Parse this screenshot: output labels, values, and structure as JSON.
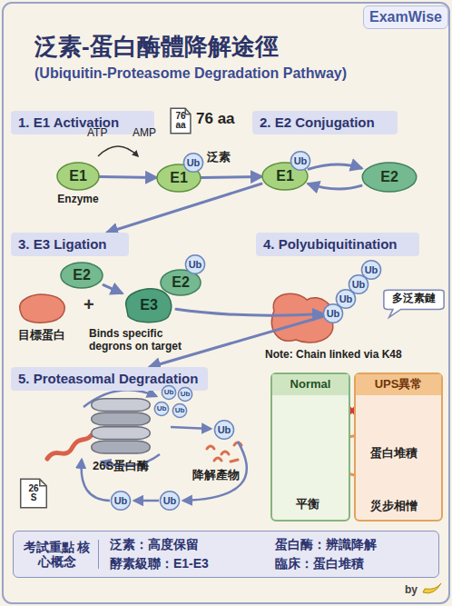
{
  "diagram": {
    "title": "泛素-蛋白酶體降解途徑",
    "nodes": [
      {
        "text": [
          "ExamWise"
        ]
      },
      {
        "text": [
          "1. E1 Activation"
        ]
      },
      {
        "text": [
          "76 aa"
        ]
      },
      {
        "text": [
          "E1",
          "Enzyme"
        ]
      },
      {
        "text": [
          "E1"
        ]
      },
      {
        "text": [
          "Ub"
        ],
        "in": 4
      },
      {
        "text": [
          "2. E2 Conjugation"
        ]
      },
      {
        "text": [
          "E1"
        ]
      },
      {
        "text": [
          "Ub"
        ],
        "in": 7
      },
      {
        "text": [
          "E2"
        ]
      },
      {
        "text": [
          "3. E3 Ligation"
        ]
      },
      {
        "text": [
          "E2"
        ]
      },
      {
        "text": [
          "目標蛋白"
        ]
      },
      {
        "text": [
          "E3",
          "Binds specific degrons on target"
        ]
      },
      {
        "text": [
          "E2"
        ]
      },
      {
        "text": [
          "Ub"
        ],
        "in": 14
      },
      {
        "text": [
          "4. Polyubiquitination"
        ]
      },
      {
        "text": [
          "Ub"
        ]
      },
      {
        "text": [
          "Ub"
        ]
      },
      {
        "text": [
          "Ub"
        ]
      },
      {
        "text": [
          "Ub"
        ]
      },
      {
        "text": [
          "多泛素鏈"
        ]
      },
      {
        "text": [
          "5. Proteasomal Degradation"
        ]
      },
      {
        "text": [
          "26S蛋白酶"
        ]
      },
      {
        "text": [
          "26S"
        ]
      },
      {
        "text": [
          "Ub"
        ]
      },
      {
        "text": [
          "Ub"
        ]
      },
      {
        "text": [
          "Ub"
        ]
      },
      {
        "text": [
          "Ub"
        ]
      },
      {
        "text": [
          "Ub"
        ]
      },
      {
        "text": [
          "Ub"
        ]
      },
      {
        "text": [
          "Ub"
        ]
      },
      {
        "text": [
          "Normal"
        ]
      },
      {
        "text": [
          "UPS異常"
        ]
      },
      {
        "text": [
          "考試重點 核心概念",
          "泛素：高度保留",
          "蛋白酶：辨識降解",
          "酵素級聯：E1-E3",
          "臨床：蛋白堆積"
        ]
      }
    ],
    "edges": [
      {
        "from": 3,
        "to": 4,
        "arrow": "to"
      },
      {
        "from": 4,
        "to": 7,
        "arrow": "to"
      },
      {
        "from": 7,
        "to": 9,
        "arrow": "to"
      },
      {
        "from": 9,
        "to": 7,
        "arrow": "to"
      },
      {
        "from": 7,
        "to": 10,
        "arrow": "to"
      },
      {
        "from": 11,
        "to": 13,
        "arrow": "to"
      },
      {
        "from": 13,
        "to": 17,
        "arrow": "to"
      },
      {
        "from": 17,
        "to": 22,
        "arrow": "to"
      }
    ],
    "labels": [
      "(Ubiquitin-Proteasome Degradation Pathway)",
      "76 aa",
      "ATP",
      "AMP",
      "泛素",
      "+",
      "Note: Chain linked via K48",
      "降解產物",
      "平衡",
      "蛋白堆積",
      "災步相憎",
      "by"
    ]
  }
}
